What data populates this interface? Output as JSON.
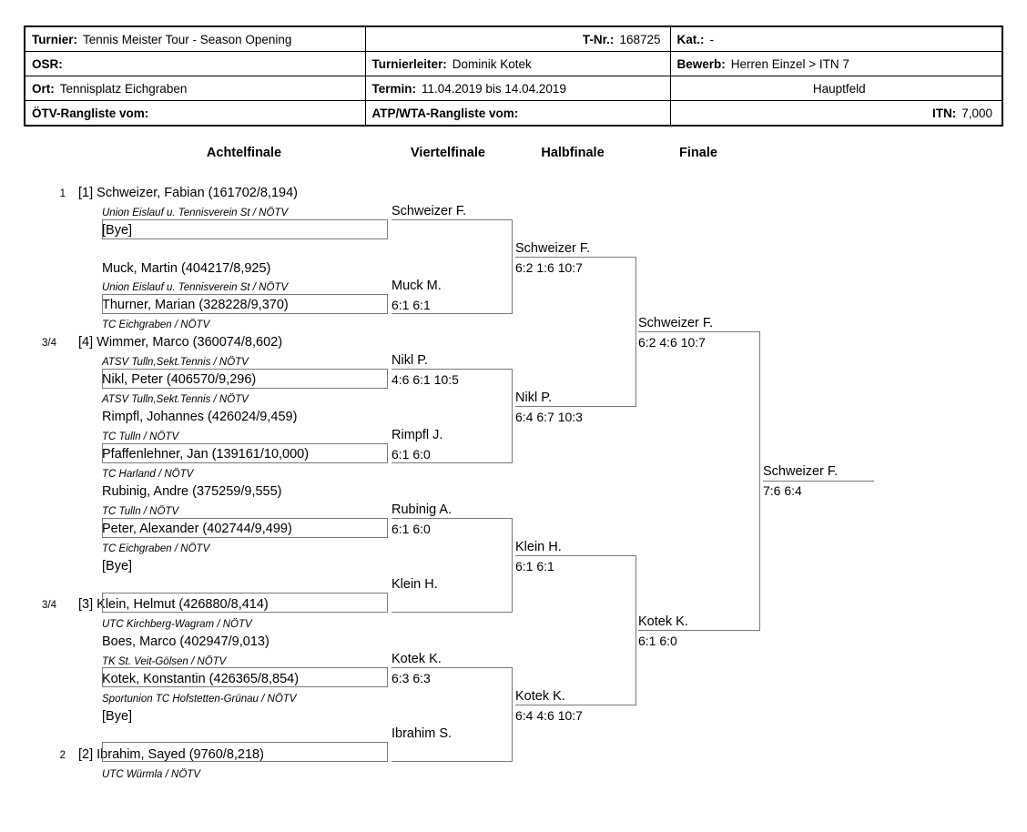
{
  "header": {
    "rows": [
      {
        "cells": [
          {
            "label": "Turnier:",
            "value": "Tennis Meister Tour - Season Opening",
            "align": "left"
          },
          {
            "label": "T-Nr.:",
            "value": "168725",
            "align": "right"
          },
          {
            "label": "Kat.:",
            "value": "-",
            "align": "left"
          }
        ]
      },
      {
        "cells": [
          {
            "label": "OSR:",
            "value": "",
            "align": "left"
          },
          {
            "label": "Turnierleiter:",
            "value": "Dominik Kotek",
            "align": "left"
          },
          {
            "label": "Bewerb:",
            "value": "Herren Einzel > ITN 7",
            "align": "left"
          }
        ]
      },
      {
        "cells": [
          {
            "label": "Ort:",
            "value": "Tennisplatz Eichgraben",
            "align": "left"
          },
          {
            "label": "Termin:",
            "value": "11.04.2019 bis 14.04.2019",
            "align": "left"
          },
          {
            "label": "",
            "value": "Hauptfeld",
            "align": "center"
          }
        ]
      },
      {
        "cells": [
          {
            "label": "ÖTV-Rangliste vom:",
            "value": "",
            "align": "left"
          },
          {
            "label": "ATP/WTA-Rangliste vom:",
            "value": "",
            "align": "left"
          },
          {
            "label": "ITN:",
            "value": "7,000",
            "align": "right"
          }
        ]
      }
    ]
  },
  "rounds": [
    {
      "label": "Achtelfinale"
    },
    {
      "label": "Viertelfinale"
    },
    {
      "label": "Halbfinale"
    },
    {
      "label": "Finale"
    }
  ],
  "seeds": [
    {
      "label": "1"
    },
    {
      "label": "3/4"
    },
    {
      "label": "3/4"
    },
    {
      "label": "2"
    }
  ],
  "round1": [
    {
      "name": "[1] Schweizer, Fabian (161702/8,194)",
      "club": "Union Eislauf u. Tennisverein St / NÖTV"
    },
    {
      "name": "[Bye]",
      "club": ""
    },
    {
      "name": "Muck, Martin (404217/8,925)",
      "club": "Union Eislauf u. Tennisverein St / NÖTV"
    },
    {
      "name": "Thurner, Marian (328228/9,370)",
      "club": "TC Eichgraben / NÖTV"
    },
    {
      "name": "[4] Wimmer, Marco (360074/8,602)",
      "club": "ATSV Tulln,Sekt.Tennis / NÖTV"
    },
    {
      "name": "Nikl, Peter (406570/9,296)",
      "club": "ATSV Tulln,Sekt.Tennis / NÖTV"
    },
    {
      "name": "Rimpfl, Johannes (426024/9,459)",
      "club": "TC Tulln / NÖTV"
    },
    {
      "name": "Pfaffenlehner, Jan (139161/10,000)",
      "club": "TC Harland / NÖTV"
    },
    {
      "name": "Rubinig, Andre (375259/9,555)",
      "club": "TC Tulln / NÖTV"
    },
    {
      "name": "Peter, Alexander (402744/9,499)",
      "club": "TC Eichgraben / NÖTV"
    },
    {
      "name": "[Bye]",
      "club": ""
    },
    {
      "name": "[3] Klein, Helmut (426880/8,414)",
      "club": "UTC Kirchberg-Wagram / NÖTV"
    },
    {
      "name": "Boes, Marco (402947/9,013)",
      "club": "TK St. Veit-Gölsen / NÖTV"
    },
    {
      "name": "Kotek, Konstantin (426365/8,854)",
      "club": "Sportunion TC Hofstetten-Grünau / NÖTV"
    },
    {
      "name": "[Bye]",
      "club": ""
    },
    {
      "name": "[2] Ibrahim, Sayed (9760/8,218)",
      "club": "UTC Würmla / NÖTV"
    }
  ],
  "quarterfinals": [
    {
      "winner": "Schweizer F.",
      "score": ""
    },
    {
      "winner": "Muck M.",
      "score": "6:1 6:1"
    },
    {
      "winner": "Nikl P.",
      "score": "4:6 6:1 10:5"
    },
    {
      "winner": "Rimpfl J.",
      "score": "6:1 6:0"
    },
    {
      "winner": "Rubinig A.",
      "score": "6:1 6:0"
    },
    {
      "winner": "Klein H.",
      "score": ""
    },
    {
      "winner": "Kotek K.",
      "score": "6:3 6:3"
    },
    {
      "winner": "Ibrahim S.",
      "score": ""
    }
  ],
  "semifinals": [
    {
      "winner": "Schweizer F.",
      "score": "6:2 1:6 10:7"
    },
    {
      "winner": "Nikl P.",
      "score": "6:4 6:7 10:3"
    },
    {
      "winner": "Klein H.",
      "score": "6:1 6:1"
    },
    {
      "winner": "Kotek K.",
      "score": "6:4 4:6 10:7"
    }
  ],
  "finals": [
    {
      "winner": "Schweizer F.",
      "score": "6:2 4:6 10:7"
    },
    {
      "winner": "Kotek K.",
      "score": "6:1 6:0"
    }
  ],
  "champion": {
    "winner": "Schweizer F.",
    "score": "7:6 6:4"
  }
}
